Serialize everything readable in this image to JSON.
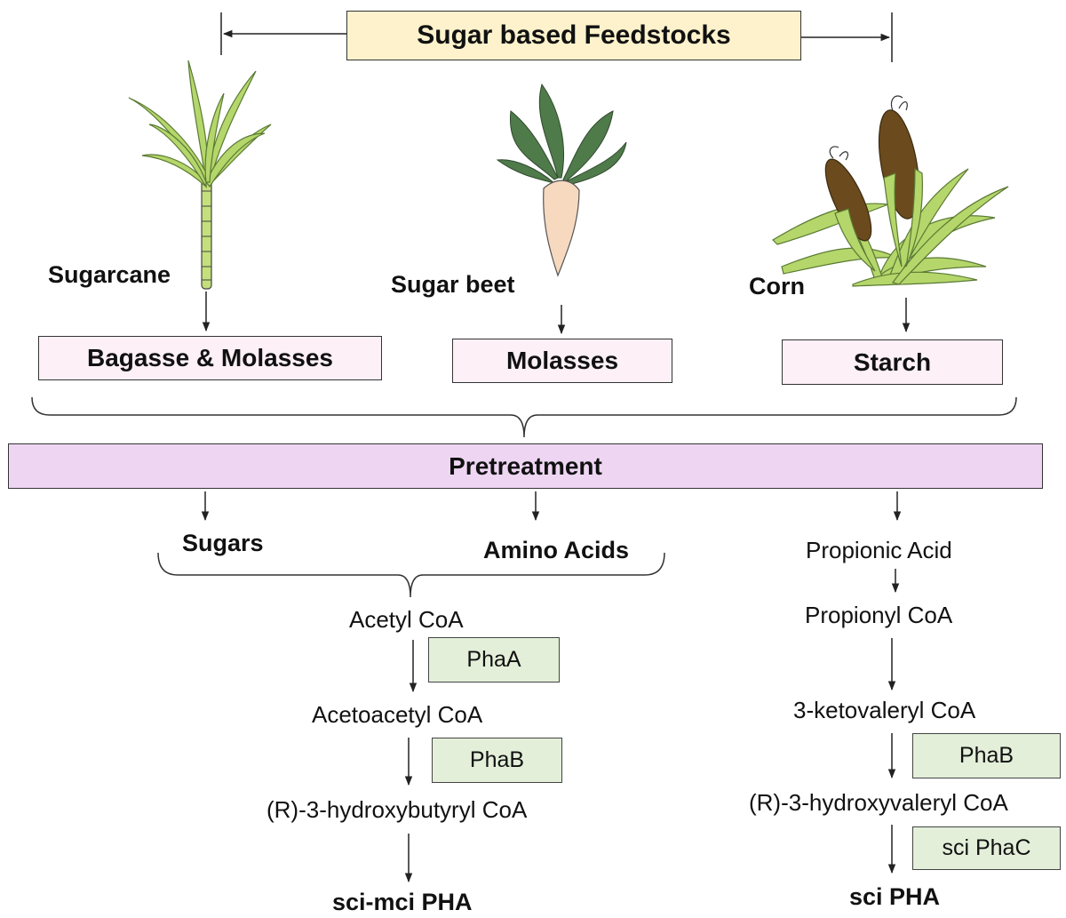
{
  "title": "Sugar based Feedstocks",
  "feedstocks": [
    {
      "name": "Sugarcane",
      "product": "Bagasse & Molasses"
    },
    {
      "name": "Sugar beet",
      "product": "Molasses"
    },
    {
      "name": "Corn",
      "product": "Starch"
    }
  ],
  "pretreatment": "Pretreatment",
  "outputs": {
    "sugars": "Sugars",
    "amino_acids": "Amino Acids",
    "propionic_acid": "Propionic Acid"
  },
  "left_pathway": {
    "acetyl_coa": "Acetyl CoA",
    "enzyme1": "PhaA",
    "acetoacetyl_coa": "Acetoacetyl CoA",
    "enzyme2": "PhaB",
    "hydroxybutyryl_coa": "(R)-3-hydroxybutyryl CoA",
    "product": "sci-mci PHA"
  },
  "right_pathway": {
    "propionyl_coa": "Propionyl CoA",
    "ketovaleryl_coa": "3-ketovaleryl CoA",
    "enzyme1": "PhaB",
    "hydroxyvaleryl_coa": "(R)-3-hydroxyvaleryl CoA",
    "enzyme2": "sci PhaC",
    "product": "sci PHA"
  },
  "colors": {
    "title_box": "#fdf2cc",
    "product_box": "#fdf0f6",
    "pretreatment_box": "#eed6f3",
    "enzyme_box": "#e3efd9",
    "leaf_light": "#b5d66a",
    "leaf_dark": "#4f7a4a",
    "beet_root": "#f6d9bf"
  }
}
